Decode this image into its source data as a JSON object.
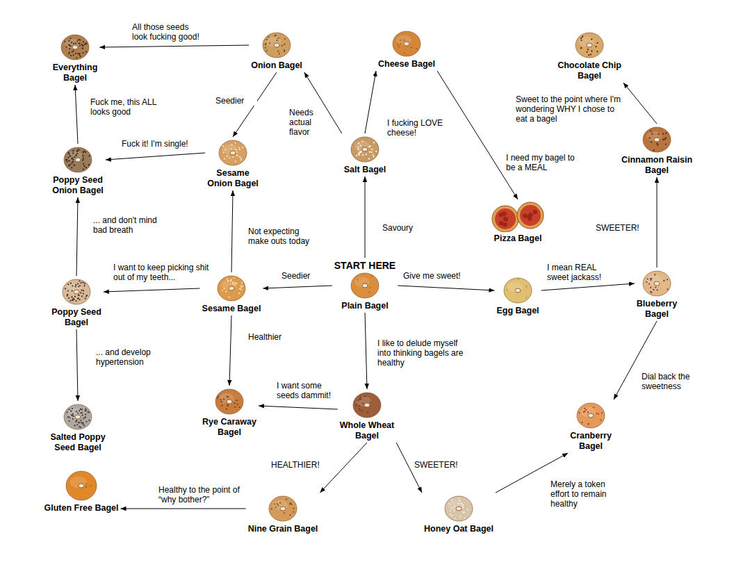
{
  "diagram": {
    "nodes": [
      {
        "text": [
          "Everything Bagel"
        ]
      },
      {
        "text": [
          "Onion Bagel"
        ]
      },
      {
        "text": [
          "Cheese Bagel"
        ]
      },
      {
        "text": [
          "Chocolate Chip Bagel"
        ]
      },
      {
        "text": [
          "Sesame Onion Bagel"
        ]
      },
      {
        "text": [
          "Salt Bagel"
        ]
      },
      {
        "text": [
          "Cinnamon Raisin Bagel"
        ]
      },
      {
        "text": [
          "Poppy Seed Onion Bagel"
        ]
      },
      {
        "text": [
          "Pizza Bagel"
        ]
      },
      {
        "text": [
          "Poppy Seed Bagel"
        ]
      },
      {
        "text": [
          "Sesame Bagel"
        ]
      },
      {
        "text": [
          "START HERE",
          "Plain Bagel"
        ]
      },
      {
        "text": [
          "Egg Bagel"
        ]
      },
      {
        "text": [
          "Blueberry Bagel"
        ]
      },
      {
        "text": [
          "Rye Caraway Bagel"
        ]
      },
      {
        "text": [
          "Whole Wheat Bagel"
        ]
      },
      {
        "text": [
          "Cranberry Bagel"
        ]
      },
      {
        "text": [
          "Salted Poppy Seed Bagel"
        ]
      },
      {
        "text": [
          "Gluten Free Bagel"
        ]
      },
      {
        "text": [
          "Nine Grain Bagel"
        ]
      },
      {
        "text": [
          "Honey Oat Bagel"
        ]
      }
    ],
    "edges": [
      {
        "from": 1,
        "to": 0,
        "label": "All those seeds look fucking good!",
        "arrow": "to"
      },
      {
        "from": 1,
        "to": 4,
        "label": "Seedier",
        "arrow": "to"
      },
      {
        "from": 5,
        "to": 1,
        "label": "Needs actual flavor",
        "arrow": "to"
      },
      {
        "from": 5,
        "to": 2,
        "label": "I fucking LOVE cheese!",
        "arrow": "to"
      },
      {
        "from": 2,
        "to": 8,
        "label": "I need my bagel to be a MEAL",
        "arrow": "to"
      },
      {
        "from": 6,
        "to": 3,
        "label": "Sweet to the point where I'm wondering WHY I chose to eat a bagel",
        "arrow": "to"
      },
      {
        "from": 4,
        "to": 7,
        "label": "Fuck it! I'm single!",
        "arrow": "to"
      },
      {
        "from": 7,
        "to": 0,
        "label": "Fuck me, this ALL looks good",
        "arrow": "to"
      },
      {
        "from": 9,
        "to": 7,
        "label": "... and don't mind bad breath",
        "arrow": "to"
      },
      {
        "from": 10,
        "to": 4,
        "label": "Not expecting make outs today",
        "arrow": "to"
      },
      {
        "from": 11,
        "to": 5,
        "label": "Savoury",
        "arrow": "to"
      },
      {
        "from": 13,
        "to": 6,
        "label": "SWEETER!",
        "arrow": "to"
      },
      {
        "from": 10,
        "to": 9,
        "label": "I want to keep picking shit out of my teeth...",
        "arrow": "to"
      },
      {
        "from": 11,
        "to": 10,
        "label": "Seedier",
        "arrow": "to"
      },
      {
        "from": 11,
        "to": 12,
        "label": "Give me sweet!",
        "arrow": "to"
      },
      {
        "from": 12,
        "to": 13,
        "label": "I mean REAL sweet jackass!",
        "arrow": "to"
      },
      {
        "from": 9,
        "to": 17,
        "label": "... and develop hypertension",
        "arrow": "to"
      },
      {
        "from": 10,
        "to": 14,
        "label": "Healthier",
        "arrow": "to"
      },
      {
        "from": 11,
        "to": 15,
        "label": "I like to delude myself into thinking bagels are healthy",
        "arrow": "to"
      },
      {
        "from": 15,
        "to": 14,
        "label": "I want some seeds dammit!",
        "arrow": "to"
      },
      {
        "from": 13,
        "to": 16,
        "label": "Dial back the sweetness",
        "arrow": "to"
      },
      {
        "from": 15,
        "to": 19,
        "label": "HEALTHIER!",
        "arrow": "to"
      },
      {
        "from": 15,
        "to": 20,
        "label": "SWEETER!",
        "arrow": "to"
      },
      {
        "from": 19,
        "to": 18,
        "label": "Healthy to the point of “why bother?”",
        "arrow": "to"
      },
      {
        "from": 20,
        "to": 16,
        "label": "Merely a token effort to remain healthy",
        "arrow": "to"
      }
    ]
  }
}
